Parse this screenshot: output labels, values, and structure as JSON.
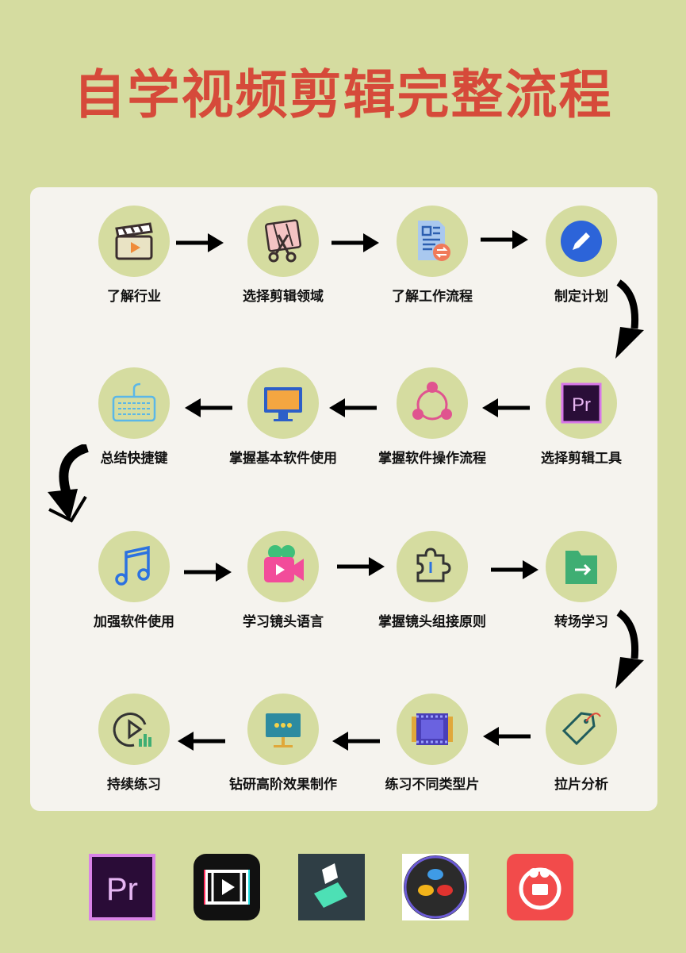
{
  "title": "自学视频剪辑完整流程",
  "steps": [
    {
      "label": "了解行业",
      "icon": "clapperboard-icon"
    },
    {
      "label": "选择剪辑领域",
      "icon": "film-scissors-icon"
    },
    {
      "label": "了解工作流程",
      "icon": "document-icon"
    },
    {
      "label": "制定计划",
      "icon": "pencil-icon"
    },
    {
      "label": "选择剪辑工具",
      "icon": "premiere-pro-icon"
    },
    {
      "label": "掌握软件操作流程",
      "icon": "share-icon"
    },
    {
      "label": "掌握基本软件使用",
      "icon": "monitor-icon"
    },
    {
      "label": "总结快捷键",
      "icon": "keyboard-icon"
    },
    {
      "label": "加强软件使用",
      "icon": "music-note-icon"
    },
    {
      "label": "学习镜头语言",
      "icon": "video-camera-icon"
    },
    {
      "label": "掌握镜头组接原则",
      "icon": "puzzle-icon"
    },
    {
      "label": "转场学习",
      "icon": "folder-arrow-icon"
    },
    {
      "label": "拉片分析",
      "icon": "tag-icon"
    },
    {
      "label": "练习不同类型片",
      "icon": "film-strip-icon"
    },
    {
      "label": "钻研高阶效果制作",
      "icon": "display-dots-icon"
    },
    {
      "label": "持续练习",
      "icon": "play-chart-icon"
    }
  ],
  "apps": [
    {
      "name": "premiere-pro-logo",
      "text": "Pr"
    },
    {
      "name": "video-editor-logo"
    },
    {
      "name": "filmora-logo"
    },
    {
      "name": "davinci-resolve-logo"
    },
    {
      "name": "kuaiying-logo"
    }
  ]
}
